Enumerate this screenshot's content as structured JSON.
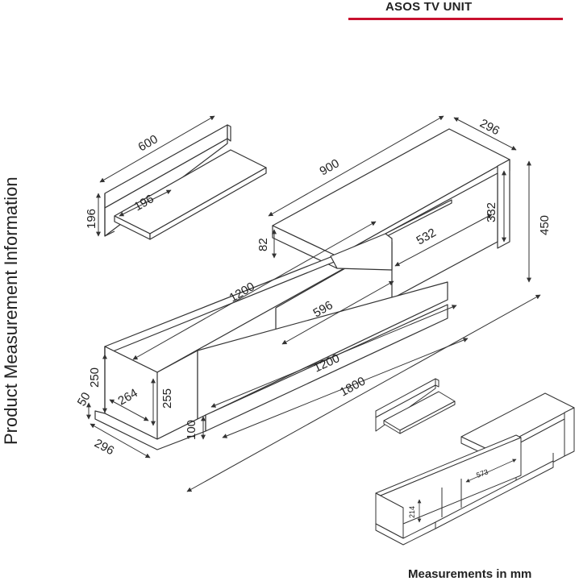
{
  "header": {
    "title": "ASOS TV UNIT",
    "accent_color": "#c8102e"
  },
  "side_title": "Product Measurement Information",
  "footer": "Measurements in mm",
  "dimensions": {
    "shelf_width": "600",
    "shelf_depth": "196",
    "shelf_height": "196",
    "top_width": "900",
    "top_depth": "296",
    "total_height": "450",
    "top_compartment_height": "332",
    "top_compartment_width": "532",
    "top_step": "82",
    "middle_width": "1200",
    "door_width": "596",
    "lower_width": "1200",
    "total_width": "1800",
    "lower_height": "250",
    "lower_inner_depth": "264",
    "lower_inner_height": "255",
    "plinth_height": "50",
    "base_depth": "296",
    "base_height": "100"
  },
  "preview_dimensions": {
    "inner_width": "573",
    "inner_height": "214"
  }
}
